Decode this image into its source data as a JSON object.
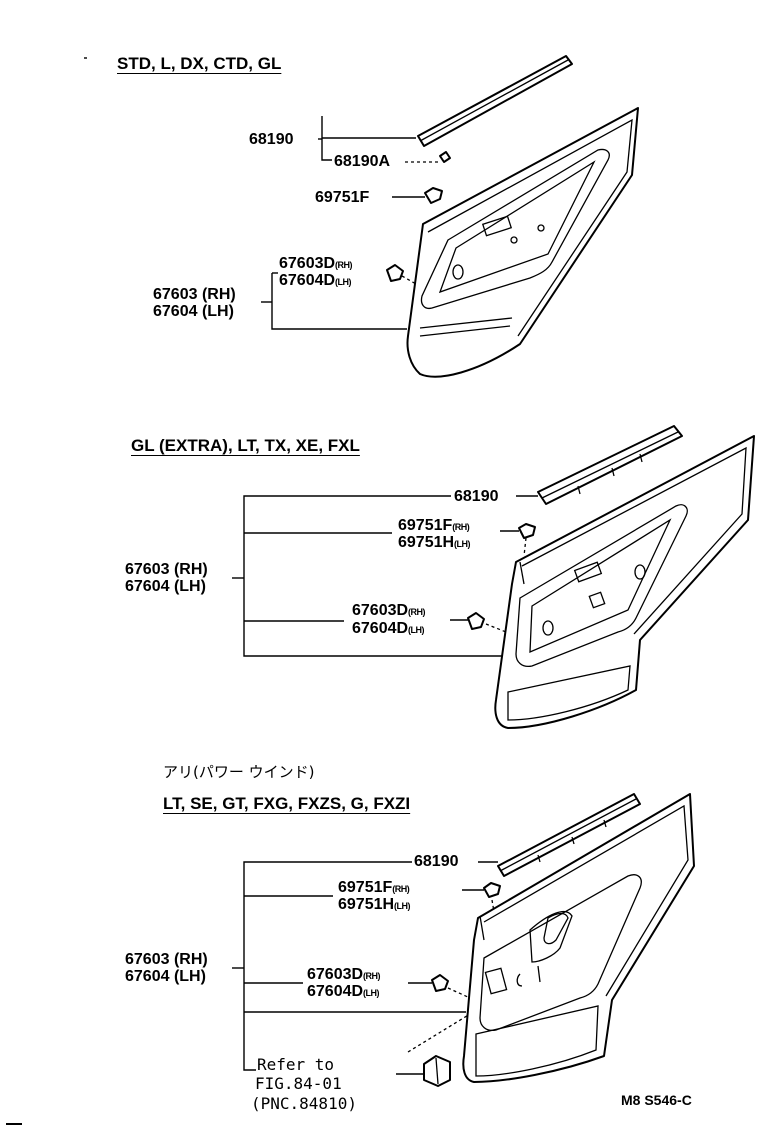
{
  "sections": [
    {
      "heading": "STD, L, DX, CTD, GL",
      "labels": {
        "p68190": "68190",
        "p68190a": "68190A",
        "p69751f": "69751F",
        "p67603d": "67603D",
        "p67603d_side": "(RH)",
        "p67604d": "67604D",
        "p67604d_side": "(LH)",
        "p67603": "67603 (RH)",
        "p67604": "67604 (LH)"
      }
    },
    {
      "heading": "GL (EXTRA), LT, TX, XE, FXL",
      "labels": {
        "p68190": "68190",
        "p69751f": "69751F",
        "p69751f_side": "(RH)",
        "p69751h": "69751H",
        "p69751h_side": "(LH)",
        "p67603d": "67603D",
        "p67603d_side": "(RH)",
        "p67604d": "67604D",
        "p67604d_side": "(LH)",
        "p67603": "67603 (RH)",
        "p67604": "67604 (LH)"
      }
    },
    {
      "note": "アリ(パワー ウインド)",
      "heading": "LT, SE, GT, FXG, FXZS, G, FXZI",
      "labels": {
        "p68190": "68190",
        "p69751f": "69751F",
        "p69751f_side": "(RH)",
        "p69751h": "69751H",
        "p69751h_side": "(LH)",
        "p67603d": "67603D",
        "p67603d_side": "(RH)",
        "p67604d": "67604D",
        "p67604d_side": "(LH)",
        "p67603": "67603 (RH)",
        "p67604": "67604 (LH)"
      },
      "reference": {
        "line1": "Refer to",
        "line2": "FIG.84-01",
        "line3": "(PNC.84810)"
      }
    }
  ],
  "figure_code": "M8 S546-C",
  "icons": {
    "door_trim_panel": "door-trim-panel-icon",
    "weatherstrip": "weatherstrip-icon",
    "clip": "clip-icon",
    "switch": "power-window-switch-icon"
  }
}
